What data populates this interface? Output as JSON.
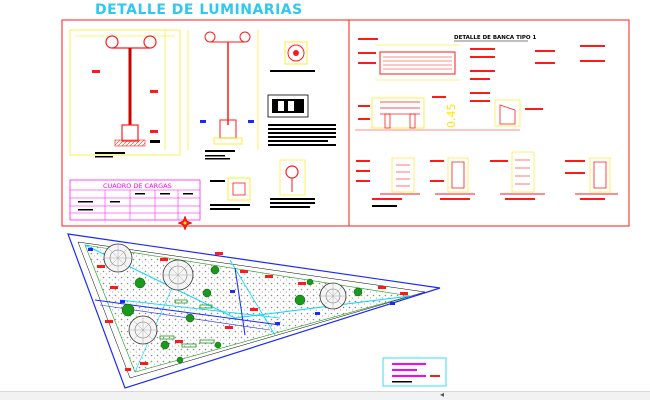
{
  "drawing": {
    "title": "DETALLE DE LUMINARIAS",
    "section_title": "DETALLE DE BANCA TIPO 1",
    "table_title": "CUADRO DE CARGAS",
    "dimension": "0.45",
    "scroll_left_glyph": "◂"
  },
  "colors": {
    "title": "#2fc8f0",
    "frame": "#ff1a1a",
    "detail": "#ffe800",
    "cyan": "#00d8ff",
    "magenta": "#ff00ff",
    "green": "#1a9a1a",
    "blue": "#1a2aff",
    "black": "#000000"
  }
}
